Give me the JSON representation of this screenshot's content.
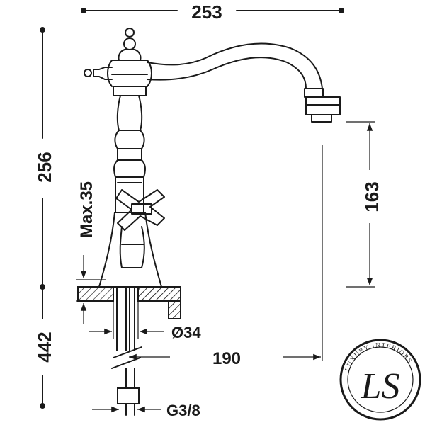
{
  "dimensions": {
    "top_width": "253",
    "total_height": "256",
    "max_deck": "Max.35",
    "spout_height": "163",
    "below_deck": "442",
    "hole_diameter": "Ø34",
    "reach": "190",
    "connection": "G3/8"
  },
  "logo": {
    "ring_text": "LUXURY INTERIORS",
    "initials": "LS"
  },
  "colors": {
    "ink": "#1a1a1a",
    "background": "#ffffff"
  }
}
